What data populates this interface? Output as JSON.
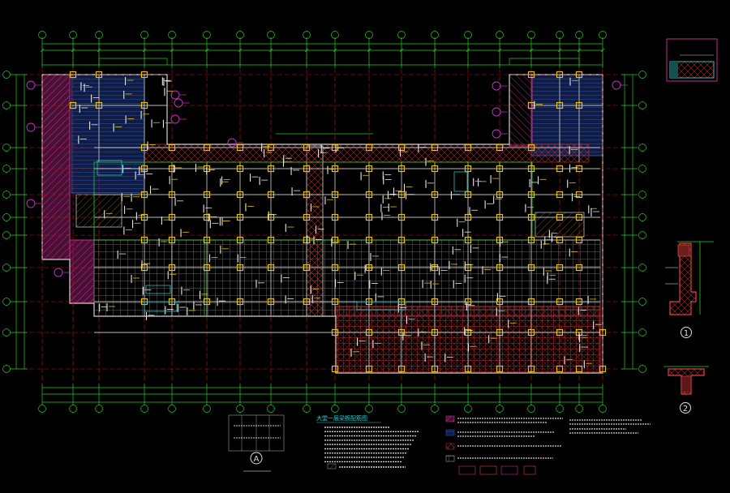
{
  "drawing": {
    "background": "#000000",
    "colors": {
      "grid": "#cc1111",
      "dim": "#22cc22",
      "beam": "#bbbbbb",
      "column": "#e8c000",
      "bubble": "#cc33cc",
      "hatch_magenta": "#aa2277",
      "hatch_blue": "#1a2f6a",
      "hatch_red": "#aa2222",
      "note": "#33cccc"
    },
    "section_labels": [
      "1",
      "2"
    ],
    "detail_marker": "A",
    "notes_title": "大堂一层梁板配筋图"
  }
}
